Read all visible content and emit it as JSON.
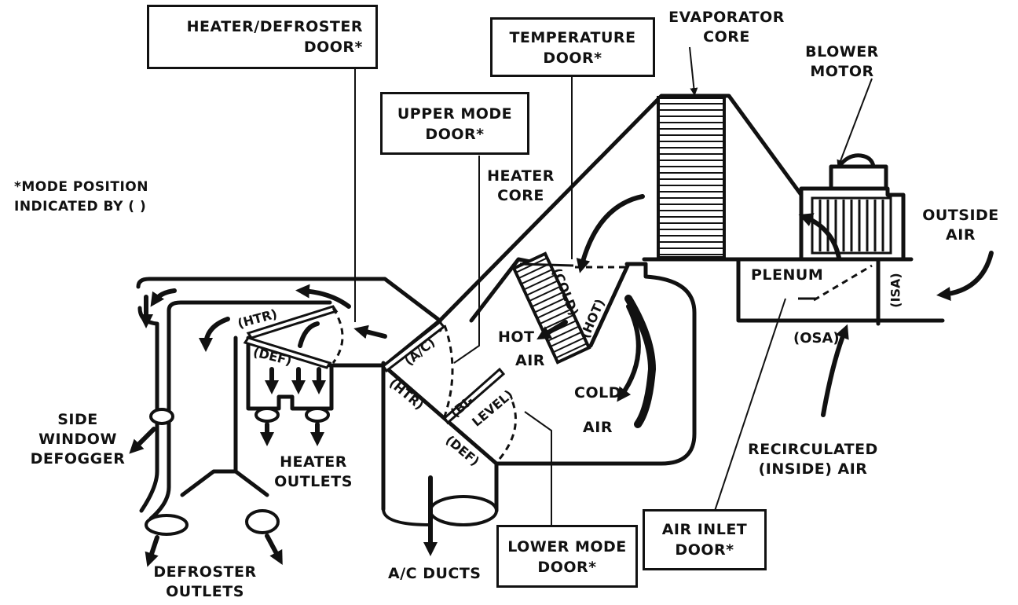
{
  "diagram": {
    "callouts": {
      "heater_defroster_door": [
        "HEATER/DEFROSTER",
        "DOOR*"
      ],
      "temperature_door": [
        "TEMPERATURE",
        "DOOR*"
      ],
      "upper_mode_door": [
        "UPPER MODE",
        "DOOR*"
      ],
      "lower_mode_door": [
        "LOWER MODE",
        "DOOR*"
      ],
      "air_inlet_door": [
        "AIR INLET",
        "DOOR*"
      ]
    },
    "labels": {
      "evaporator_core": [
        "EVAPORATOR",
        "CORE"
      ],
      "blower_motor": [
        "BLOWER",
        "MOTOR"
      ],
      "mode_note": [
        "*MODE POSITION",
        "INDICATED BY (   )"
      ],
      "heater_core": [
        "HEATER",
        "CORE"
      ],
      "outside_air": [
        "OUTSIDE",
        "AIR"
      ],
      "plenum": "PLENUM",
      "hot_air": [
        "HOT",
        "AIR"
      ],
      "cold_air": [
        "COLD",
        "AIR"
      ],
      "side_window_defogger": [
        "SIDE",
        "WINDOW",
        "DEFOGGER"
      ],
      "heater_outlets": [
        "HEATER",
        "OUTLETS"
      ],
      "defroster_outlets": [
        "DEFROSTER",
        "OUTLETS"
      ],
      "ac_ducts": "A/C DUCTS",
      "recirculated_air": [
        "RECIRCULATED",
        "(INSIDE) AIR"
      ]
    },
    "mode_positions": {
      "htr_upper": "(HTR)",
      "def_upper": "(DEF)",
      "ac": "(A/C)",
      "htr_lower": "(HTR)",
      "bi_level": "(BI-",
      "bi_level2": "LEVEL)",
      "def_lower": "(DEF)",
      "cold": "(COLD)",
      "hot": "(HOT)",
      "osa": "(OSA)",
      "isa": "(ISA)"
    }
  }
}
